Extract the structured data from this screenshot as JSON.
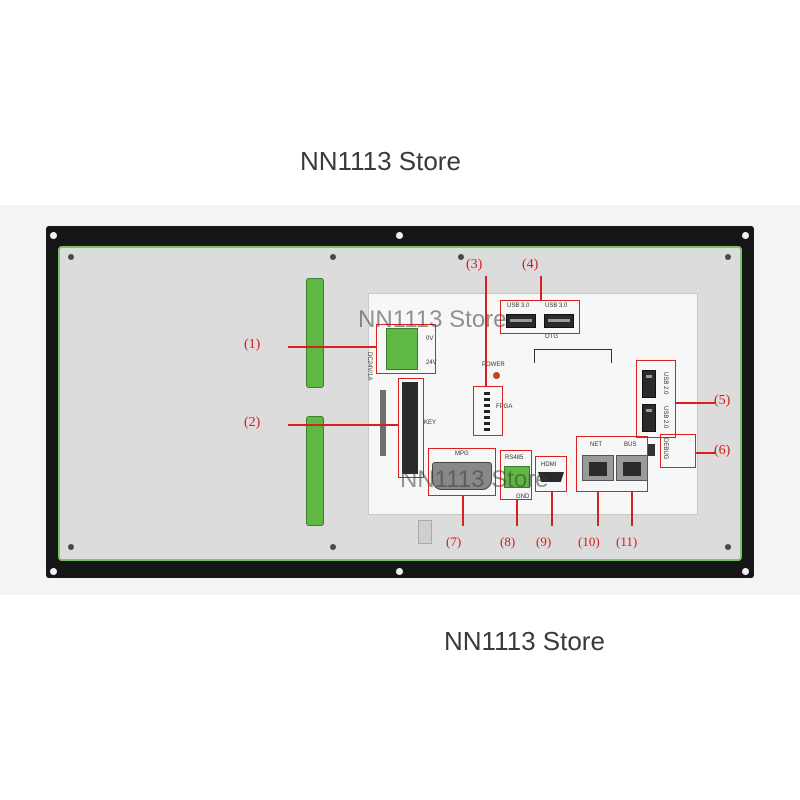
{
  "watermark": {
    "top": "NN1113 Store",
    "bottom": "NN1113 Store",
    "overlay_1": "NN1113 Store",
    "overlay_2": "NN1113 Store"
  },
  "labels": {
    "l1": "(1)",
    "l2": "(2)",
    "l3": "(3)",
    "l4": "(4)",
    "l5": "(5)",
    "l6": "(6)",
    "bottom": [
      "(7)",
      "(8)",
      "(9)",
      "(10)",
      "(11)"
    ]
  },
  "silkscreen": {
    "dc": "DC24V/1A",
    "v0": "0V",
    "v24": "24V",
    "key": "KEY",
    "power": "POWER",
    "fpga": "FPGA",
    "usb3_a": "USB 3.0",
    "usb3_b": "USB 3.0",
    "otg": "OTG",
    "usb2_a": "USB 2.0",
    "usb2_b": "USB 2.0",
    "debug": "DEBUG",
    "mpg": "MPG",
    "rs485": "RS485",
    "hdmi": "HDMI",
    "net": "NET",
    "bus": "BUS",
    "gnd": "GND"
  },
  "colors": {
    "annotation": "#d92020",
    "connector_green": "#5fb844",
    "frame": "#161616",
    "panel": "#dcdcdc"
  }
}
